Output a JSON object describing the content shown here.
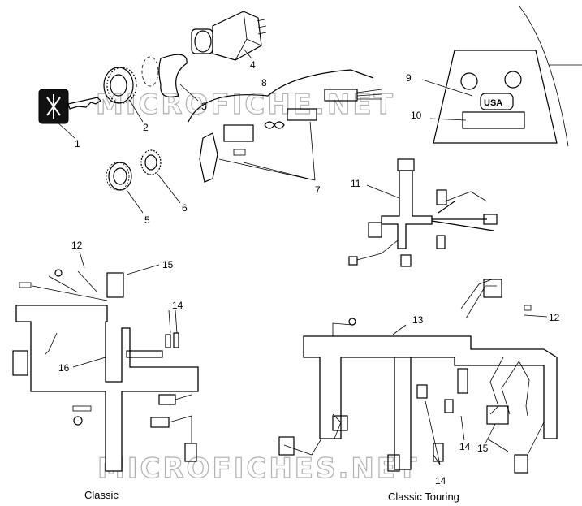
{
  "callouts": [
    "1",
    "2",
    "3",
    "4",
    "5",
    "6",
    "7",
    "8",
    "9",
    "10",
    "11",
    "12",
    "13",
    "14",
    "15",
    "16"
  ],
  "callouts_repeat": {
    "harness12_b": "12",
    "harness14_b": "14",
    "harness14_c": "14",
    "harness15_b": "15"
  },
  "decal_text": "USA",
  "captions": {
    "left": "Classic",
    "right": "Classic Touring"
  },
  "watermarks": {
    "top": "MICROFICHE.NET",
    "bottom": "MICROFICHES.NET"
  }
}
